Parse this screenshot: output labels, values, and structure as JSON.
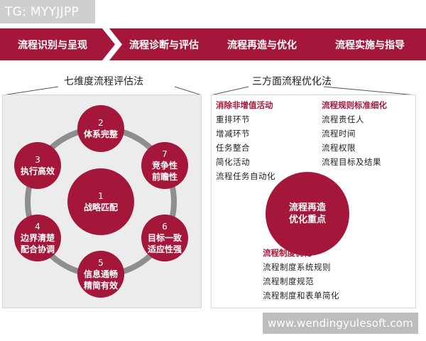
{
  "watermark_top": "TG: MYYJJPP",
  "watermark_bottom": "www.wendingyulesoft.com",
  "colors": {
    "brand": "#a4173a",
    "panel_bg": "#ececec",
    "ring": "#8e8e8e"
  },
  "steps": [
    {
      "label": "流程识别与呈现"
    },
    {
      "label": "流程诊断与评估"
    },
    {
      "label": "流程再造与优化"
    },
    {
      "label": "流程实施与指导"
    }
  ],
  "left": {
    "title": "七维度流程评估法",
    "center": {
      "num": "1",
      "label": "战略匹配"
    },
    "nodes": [
      {
        "num": "2",
        "line1": "体系完整",
        "line2": ""
      },
      {
        "num": "7",
        "line1": "竞争性",
        "line2": "前瞻性"
      },
      {
        "num": "6",
        "line1": "目标一致",
        "line2": "适应性强"
      },
      {
        "num": "5",
        "line1": "信息通畅",
        "line2": "精简有效"
      },
      {
        "num": "4",
        "line1": "边界清楚",
        "line2": "配合协调"
      },
      {
        "num": "3",
        "line1": "执行高效",
        "line2": ""
      }
    ]
  },
  "right": {
    "title": "三方面流程优化法",
    "center": {
      "line1": "流程再造",
      "line2": "优化重点"
    },
    "groups": [
      {
        "title": "消除非增值活动",
        "items": [
          "重排环节",
          "增减环节",
          "任务整合",
          "简化活动",
          "流程任务自动化"
        ]
      },
      {
        "title": "流程规则标准细化",
        "items": [
          "流程责任人",
          "流程时间",
          "流程权限",
          "流程目标及结果"
        ]
      },
      {
        "title": "流程制度优化",
        "items": [
          "流程制度系统规则",
          "流程制度规范",
          "流程制度和表单简化"
        ]
      }
    ]
  }
}
